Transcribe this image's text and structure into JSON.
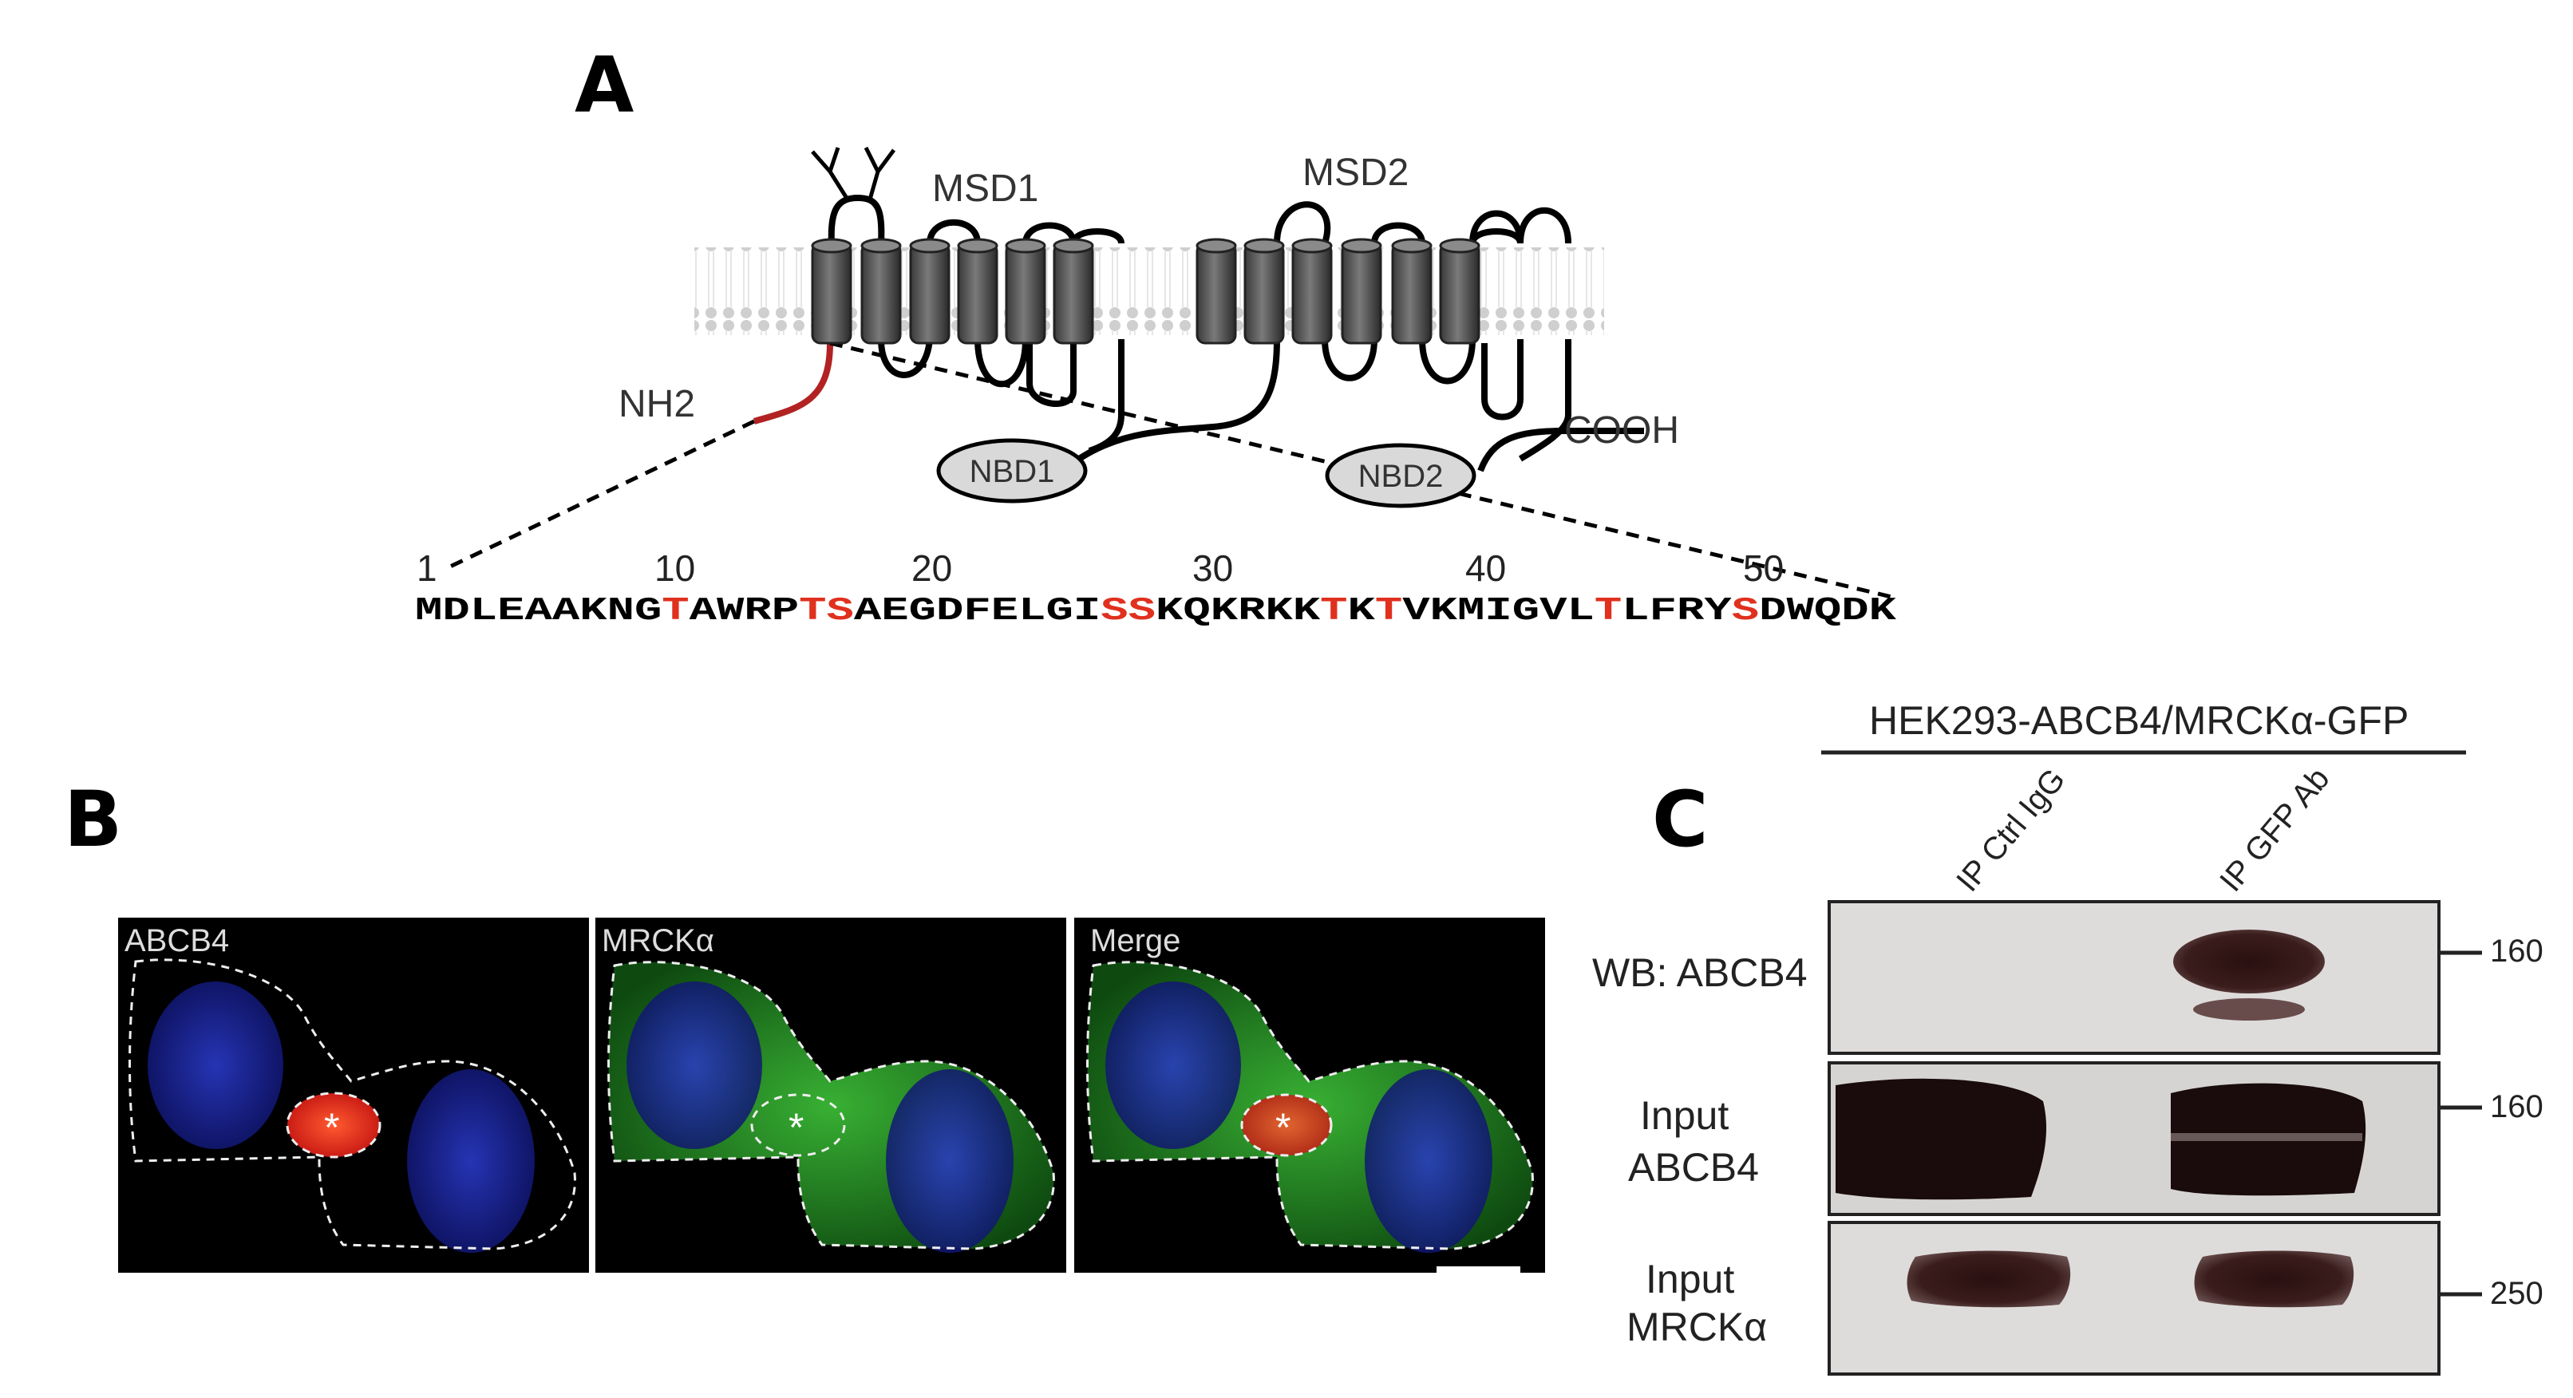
{
  "panel_a": {
    "letter": "A",
    "msd1": "MSD1",
    "msd2": "MSD2",
    "nh2": "NH2",
    "cooh": "COOH",
    "nbd1": "NBD1",
    "nbd2": "NBD2",
    "ruler": [
      "1",
      "10",
      "20",
      "30",
      "40",
      "50"
    ],
    "sequence": [
      {
        "t": "MDLEAAKNG",
        "red": false
      },
      {
        "t": "T",
        "red": true
      },
      {
        "t": "AWRP",
        "red": false
      },
      {
        "t": "TS",
        "red": true
      },
      {
        "t": "AEGDFELGI",
        "red": false
      },
      {
        "t": "SS",
        "red": true
      },
      {
        "t": "KQKRKK",
        "red": false
      },
      {
        "t": "T",
        "red": true
      },
      {
        "t": "K",
        "red": false
      },
      {
        "t": "T",
        "red": true
      },
      {
        "t": "VKMIGVL",
        "red": false
      },
      {
        "t": "T",
        "red": true
      },
      {
        "t": "LFRY",
        "red": false
      },
      {
        "t": "S",
        "red": true
      },
      {
        "t": "DWQDK",
        "red": false
      }
    ],
    "colors": {
      "helix": "#555555",
      "membrane": "#d0d0d0",
      "nterm": "#b22222",
      "highlight": "#e0301e",
      "nbd": "#d9d9d9"
    }
  },
  "panel_b": {
    "letter": "B",
    "images": [
      {
        "label": "ABCB4",
        "asterisk": "*",
        "channels": [
          "blue-nucleus",
          "red-signal"
        ]
      },
      {
        "label": "MRCKα",
        "asterisk": "*",
        "channels": [
          "blue-nucleus",
          "green-signal"
        ]
      },
      {
        "label": "Merge",
        "asterisk": "*",
        "channels": [
          "blue-nucleus",
          "green-signal",
          "red-signal"
        ]
      }
    ],
    "colors": {
      "nucleus": "#1c2aa0",
      "green": "#2fa12a",
      "red": "#e0301e",
      "background": "#000000"
    }
  },
  "panel_c": {
    "letter": "C",
    "cell_line": "HEK293-ABCB4/MRCKα-GFP",
    "lanes": [
      "IP Ctrl IgG",
      "IP GFP Ab"
    ],
    "blots": [
      {
        "label_lines": [
          "WB: ABCB4"
        ],
        "marker": "160"
      },
      {
        "label_lines": [
          "Input",
          "ABCB4"
        ],
        "marker": "160"
      },
      {
        "label_lines": [
          "Input",
          "MRCKα"
        ],
        "marker": "250"
      }
    ],
    "colors": {
      "blot_bg": "#dedcda",
      "band": "#2a1414"
    }
  }
}
